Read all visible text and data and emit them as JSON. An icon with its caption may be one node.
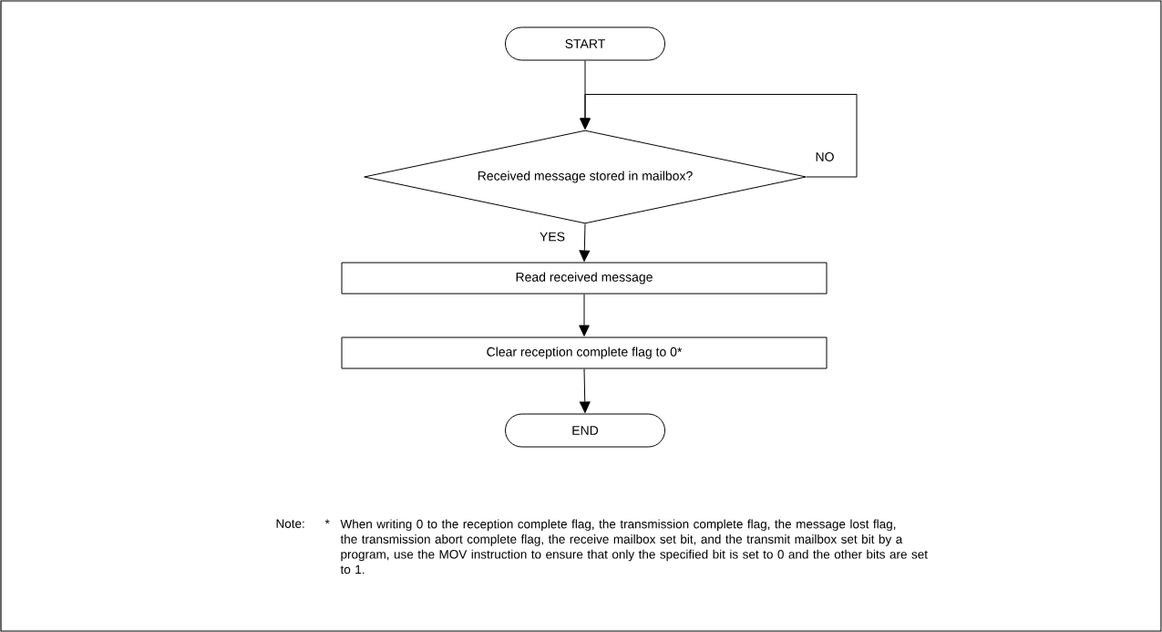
{
  "diagram": {
    "nodes": [
      {
        "text": [
          "START"
        ]
      },
      {
        "text": [
          "Received message stored in mailbox?"
        ]
      },
      {
        "text": [
          "Read received message"
        ]
      },
      {
        "text": [
          "Clear reception complete flag to 0*"
        ]
      },
      {
        "text": [
          "END"
        ]
      }
    ],
    "edges": [
      {
        "from": 0,
        "to": 1,
        "arrow": "to"
      },
      {
        "from": 1,
        "to": 1,
        "arrow": "to",
        "label": "NO"
      },
      {
        "from": 1,
        "to": 2,
        "arrow": "to",
        "label": "YES"
      },
      {
        "from": 2,
        "to": 3,
        "arrow": "to"
      },
      {
        "from": 3,
        "to": 4,
        "arrow": "to"
      }
    ],
    "labels": [
      "Note:",
      "*",
      "When writing 0 to the reception complete flag, the transmission complete flag, the message lost flag, the transmission abort complete flag, the receive mailbox set bit, and the transmit mailbox set bit by a program, use the MOV instruction to ensure that only the specified bit is set to 0 and the other bits are set to 1."
    ]
  }
}
